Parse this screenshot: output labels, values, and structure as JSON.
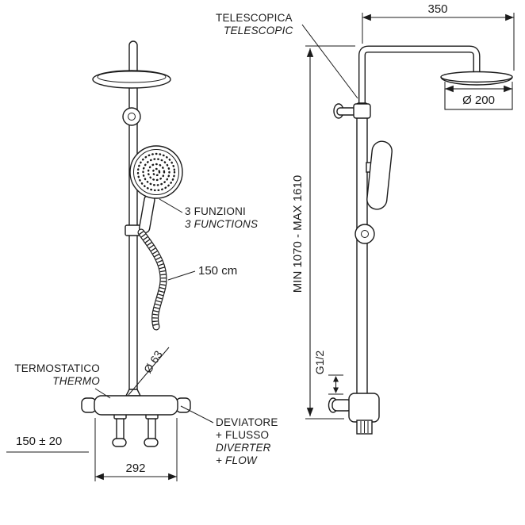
{
  "labels": {
    "telescopic": {
      "it": "TELESCOPICA",
      "en": "TELESCOPIC"
    },
    "functions": {
      "it": "3 FUNZIONI",
      "en": "3 FUNCTIONS"
    },
    "hose_length": "150 cm",
    "thermostatic": {
      "it": "TERMOSTATICO",
      "en": "THERMO"
    },
    "diverter": {
      "it1": "DEVIATORE",
      "it2": "+ FLUSSO",
      "en1": "DIVERTER",
      "en2": "+ FLOW"
    }
  },
  "dimensions": {
    "arm_reach": "350",
    "head_diameter": "Ø 200",
    "height_range": "MIN 1070 - MAX 1610",
    "thread_size": "G1/2",
    "rosette_diameter": "Ø 63",
    "supply_distance": "150 ± 20",
    "valve_width": "292"
  },
  "colors": {
    "line": "#1b1b1b",
    "background": "#ffffff"
  }
}
